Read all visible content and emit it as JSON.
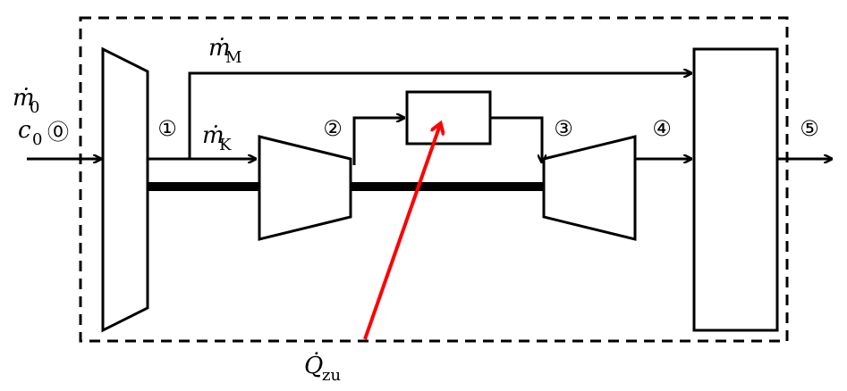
{
  "labels": {
    "mass_flow_inlet": "ṁ",
    "mass_flow_inlet_sub": "0",
    "velocity_inlet": "c",
    "velocity_inlet_sub": "0",
    "mass_flow_bypass": "ṁ",
    "mass_flow_bypass_sub": "M",
    "mass_flow_core": "ṁ",
    "mass_flow_core_sub": "K",
    "heat_input": "Q̇",
    "heat_input_sub": "zu"
  },
  "stations": [
    "⓪",
    "①",
    "②",
    "③",
    "④",
    "⑤"
  ],
  "colors": {
    "stroke": "#000000",
    "heat_arrow": "#ff0000"
  }
}
